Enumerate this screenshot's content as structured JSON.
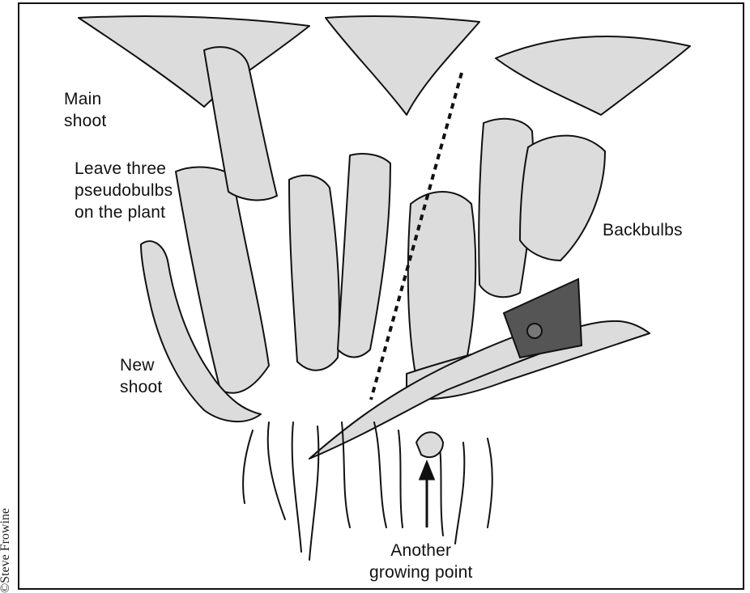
{
  "labels": {
    "main_shoot": "Main\nshoot",
    "leave_three": "Leave three\npseudobulbs\non the plant",
    "new_shoot": "New\nshoot",
    "backbulbs": "Backbulbs",
    "another_growing_point": "Another\ngrowing point"
  },
  "credit": "©Steve Frowine",
  "colors": {
    "ink": "#111111",
    "fill": "#dcdcdc",
    "background": "#ffffff",
    "blade": "#555555"
  }
}
